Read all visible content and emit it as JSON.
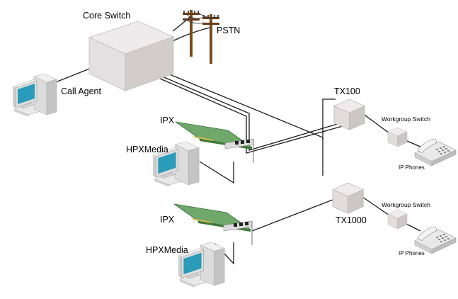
{
  "labels": {
    "core_switch": "Core Switch",
    "pstn": "PSTN",
    "call_agent": "Call Agent",
    "tx100": "TX100",
    "tx1000": "TX1000",
    "workgroup_switch_top": "Workgroup Switch",
    "workgroup_switch_bottom": "Workgroup Switch",
    "ip_phones_top": "IP Phones",
    "ip_phones_bottom": "IP Phones",
    "ipx_top": "IPX",
    "ipx_bottom": "IPX",
    "hpxmedia_top": "HPXMedia",
    "hpxmedia_bottom": "HPXMedia"
  },
  "icons": {
    "core_switch": "switch-box-icon",
    "pstn": "utility-pole-icon",
    "call_agent": "desktop-computer-icon",
    "tx100": "switch-box-icon",
    "tx1000": "switch-box-icon",
    "workgroup_switch": "switch-box-icon",
    "ip_phone": "telephone-icon",
    "ipx": "pci-card-icon",
    "hpxmedia": "desktop-computer-icon"
  },
  "colors": {
    "box_top": "#efebec",
    "box_left": "#e4dfe0",
    "box_right": "#d0caca",
    "pole": "#7a4a1f",
    "pcb": "#6fa86a",
    "monitor_screen": "#2a9bb8",
    "computer_body": "#dddddd",
    "wire": "#1a1a1a"
  }
}
